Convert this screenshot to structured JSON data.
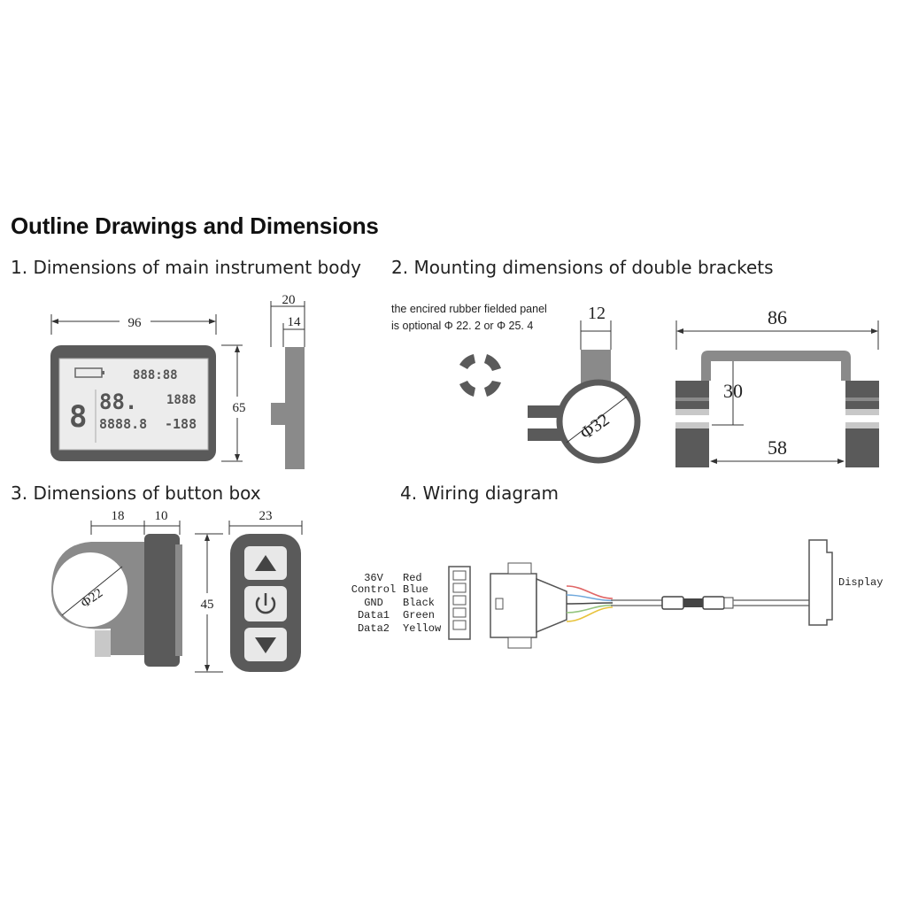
{
  "heading": "Outline Drawings and Dimensions",
  "sections": {
    "s1": "1. Dimensions of main instrument body",
    "s2": "2. Mounting dimensions of double brackets",
    "s3": "3. Dimensions of button box",
    "s4": "4. Wiring diagram"
  },
  "body": {
    "width": "96",
    "height": "65",
    "depth_total": "20",
    "depth_inner": "14",
    "lcd": {
      "row1": "888:88",
      "row2_big": "88.",
      "row2_right": "1888",
      "row3_left": "8888.8",
      "row3_right": "-188",
      "side_digit": "8"
    }
  },
  "bracket": {
    "note_line1": "the encired rubber fielded panel",
    "note_line2": "is optional Φ 22. 2  or Φ 25. 4",
    "strap_width": "12",
    "clamp_diameter": "Φ32",
    "outer_width": "86",
    "inner_height": "30",
    "inner_width": "58"
  },
  "button_box": {
    "clamp_width": "18",
    "body_thickness": "10",
    "face_width": "23",
    "height": "45",
    "clamp_diameter": "Φ22"
  },
  "wiring": {
    "signals": [
      "36V",
      "Control",
      "GND",
      "Data1",
      "Data2"
    ],
    "colors": [
      "Red",
      "Blue",
      "Black",
      "Green",
      "Yellow"
    ],
    "display_label": "Display",
    "wire_colors": [
      "#e06666",
      "#6fa8dc",
      "#444444",
      "#93c47d",
      "#e8c33c"
    ]
  },
  "palette": {
    "dark_gray": "#5a5a5a",
    "mid_gray": "#8a8a8a",
    "light_gray": "#c8c8c8"
  }
}
